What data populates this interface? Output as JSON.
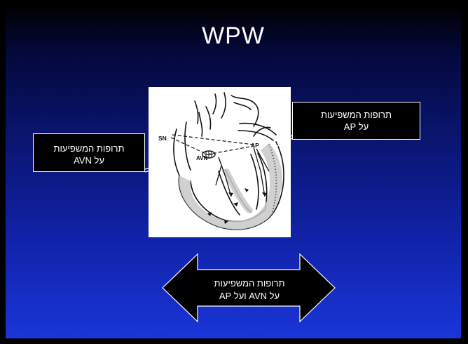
{
  "slide": {
    "title": "WPW",
    "callout_ap": {
      "line1": "תרופות המשפיעות",
      "line2": "על AP"
    },
    "callout_avn": {
      "line1": "תרופות המשפיעות",
      "line2": "על AVN"
    },
    "arrow_text": {
      "line1": "תרופות המשפיעות",
      "line2": "על AVN ועל AP"
    }
  },
  "diagram": {
    "labels": {
      "sn": "SN",
      "avn": "AVN",
      "ap": "AP"
    }
  },
  "colors": {
    "background_top": "#000000",
    "background_bottom": "#1a36d8",
    "text": "#ffffff",
    "callout_fill": "#000000"
  }
}
